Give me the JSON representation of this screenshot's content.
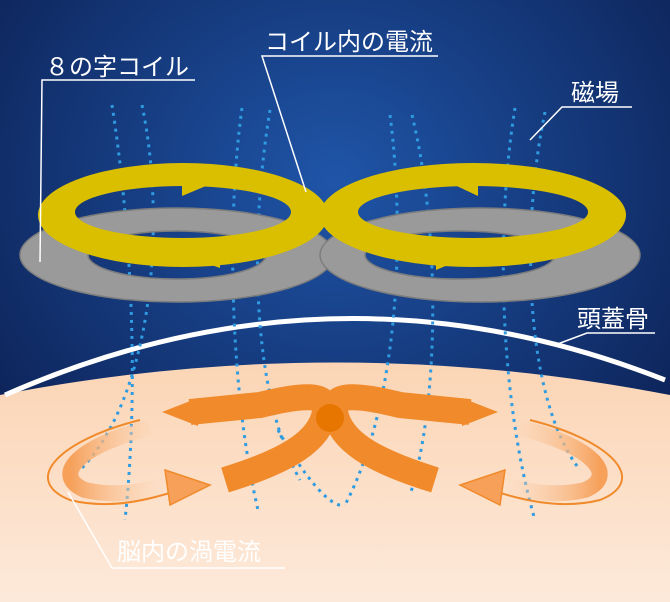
{
  "labels": {
    "coil": "８の字コイル",
    "coil_current": "コイル内の電流",
    "magnetic_field": "磁場",
    "skull": "頭蓋骨",
    "eddy_current": "脳内の渦電流"
  },
  "colors": {
    "background_center": "#1f55a8",
    "background_edge": "#0a1a4a",
    "coil_yellow": "#d9bf00",
    "coil_gray": "#9a9a9a",
    "brain_fill": "#fde6d2",
    "eddy_orange": "#f08a2a",
    "field_dots": "#2f9be0",
    "skull_line": "#ffffff"
  }
}
